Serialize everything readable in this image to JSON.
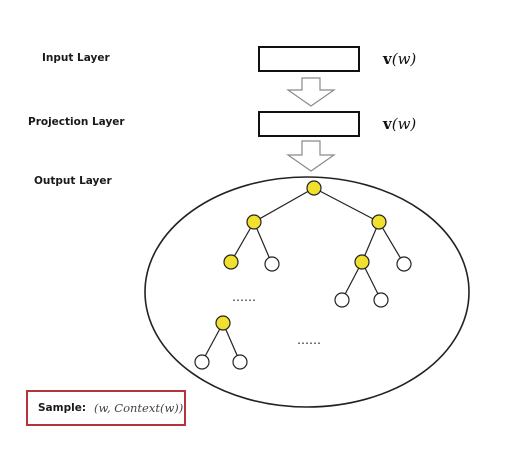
{
  "layers": {
    "input_label": "Input  Layer",
    "projection_label": "Projection Layer",
    "output_label": "Output Layer"
  },
  "vectors": {
    "input_symbol": "v",
    "input_arg": "(w)",
    "projection_symbol": "v",
    "projection_arg": "(w)"
  },
  "tree": {
    "ellipsis_left": "……",
    "ellipsis_right": "……"
  },
  "sample": {
    "label": "Sample:",
    "value": "(w, Context(w))"
  },
  "colors": {
    "highlighted_node": "#f2e02e",
    "plain_node": "#ffffff",
    "stroke": "#222222",
    "sample_border": "#b2353b"
  }
}
